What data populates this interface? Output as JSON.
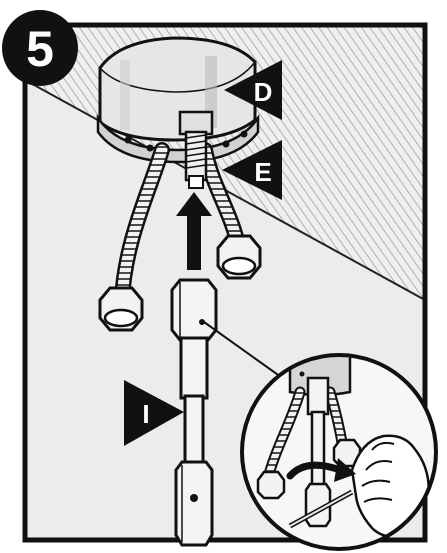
{
  "step": {
    "number": "5"
  },
  "callouts": {
    "d": "D",
    "e": "E",
    "i": "I"
  },
  "colors": {
    "ink": "#111111",
    "panel_bg": "#ececec",
    "hatch": "#9a9a9a",
    "metal_light": "#f4f4f4",
    "metal_mid": "#d8d8d8",
    "metal_dark": "#6a6a6a"
  },
  "icons": {
    "arrow": "up-arrow-icon",
    "rotation": "rotate-arrow-icon"
  }
}
